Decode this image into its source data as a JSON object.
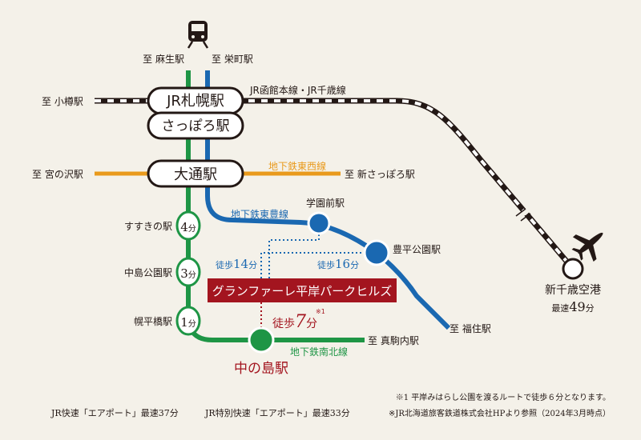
{
  "colors": {
    "background": "#f4f1e9",
    "green": "#1e9545",
    "blue": "#1a68b1",
    "orange": "#e99a1c",
    "red": "#a3151f",
    "ink": "#231815"
  },
  "icons": {
    "train": "train-icon",
    "airplane": "airplane-icon"
  },
  "stations": {
    "jr_sapporo": "JR札幌駅",
    "sapporo": "さっぽろ駅",
    "odori": "大通駅",
    "susukino": "すすきの駅",
    "nakajima_koen": "中島公園駅",
    "horohirabashi": "幌平橋駅",
    "nakanoshima": "中の島駅",
    "gakuen_mae": "学園前駅",
    "toyohira_koen": "豊平公園駅",
    "new_chitose": "新千歳空港"
  },
  "directions": {
    "asabu": "至 麻生駅",
    "sakaemachi": "至 栄町駅",
    "otaru": "至 小樽駅",
    "miyanosawa": "至 宮の沢駅",
    "shin_sapporo": "至 新さっぽろ駅",
    "fukuzumi": "至 福住駅",
    "makomanai": "至 真駒内駅"
  },
  "lines": {
    "jr": "JR函館本線・JR千歳線",
    "tozai": "地下鉄東西線",
    "toho": "地下鉄東豊線",
    "namboku": "地下鉄南北線"
  },
  "times": {
    "susukino_num": "4",
    "susukino_unit": "分",
    "nakajima_num": "3",
    "nakajima_unit": "分",
    "horohira_num": "1",
    "horohira_unit": "分",
    "airport_prefix": "最速",
    "airport_num": "49",
    "airport_unit": "分"
  },
  "walks": {
    "gakuen_prefix": "徒歩",
    "gakuen_num": "14",
    "gakuen_unit": "分",
    "toyohira_prefix": "徒歩",
    "toyohira_num": "16",
    "toyohira_unit": "分",
    "nakanoshima_prefix": "徒歩",
    "nakanoshima_num": "7",
    "nakanoshima_unit": "分",
    "nakanoshima_mark": "※1"
  },
  "property": {
    "name": "グランファーレ平岸パークヒルズ"
  },
  "notes": {
    "note1": "※1 平岸みはらし公園を渡るルートで徒歩６分となります。",
    "airport_rapid": "JR快速「エアポート」最速37分",
    "airport_special": "JR特別快速「エアポート」最速33分",
    "source": "※JR北海道旅客鉄道株式会社HPより参照（2024年3月時点）"
  }
}
